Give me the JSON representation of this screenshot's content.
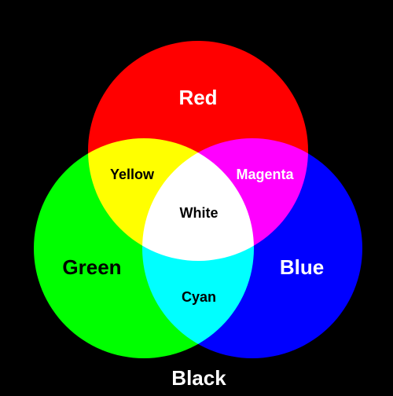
{
  "regions": {
    "red": {
      "label": "Red",
      "color": "#FF0000",
      "text_color": "#FFFFFF"
    },
    "green": {
      "label": "Green",
      "color": "#00FF00",
      "text_color": "#000000"
    },
    "blue": {
      "label": "Blue",
      "color": "#0000FF",
      "text_color": "#FFFFFF"
    },
    "yellow": {
      "label": "Yellow",
      "color": "#FFFF00",
      "text_color": "#000000"
    },
    "magenta": {
      "label": "Magenta",
      "color": "#FF00FF",
      "text_color": "#FFFFFF"
    },
    "cyan": {
      "label": "Cyan",
      "color": "#00FFFF",
      "text_color": "#000000"
    },
    "white": {
      "label": "White",
      "color": "#FFFFFF",
      "text_color": "#000000"
    },
    "black": {
      "label": "Black",
      "color": "#000000",
      "text_color": "#FFFFFF"
    }
  }
}
